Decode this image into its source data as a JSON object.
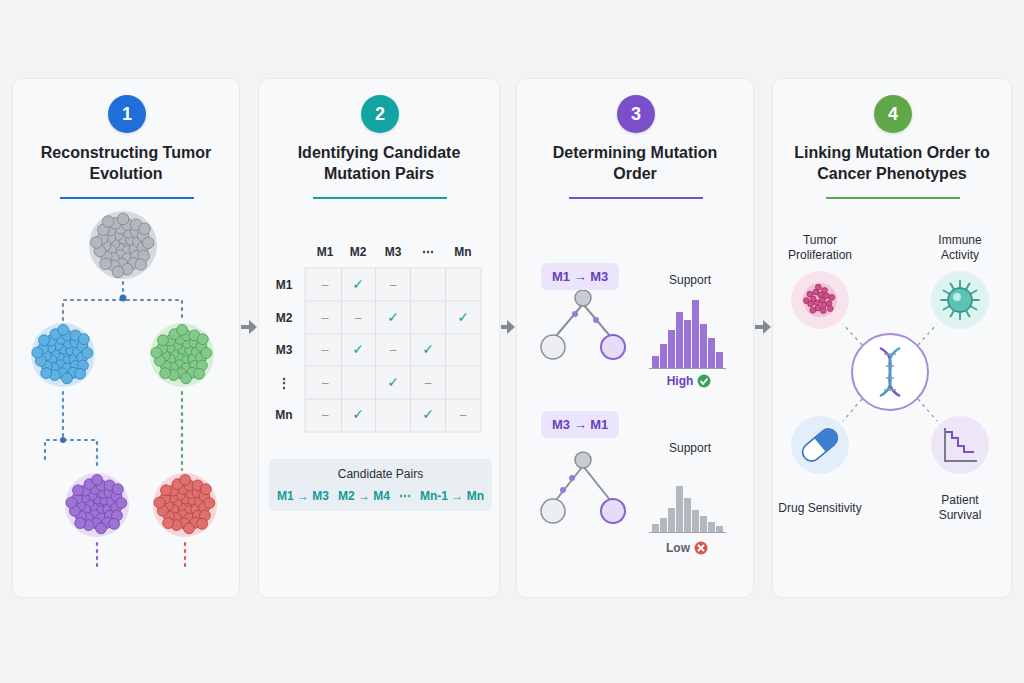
{
  "diagram": {
    "nodes": [
      {
        "text": [
          "Reconstructing Tumor Evolution"
        ]
      },
      {
        "text": [
          "1"
        ],
        "in": 0
      },
      {
        "text": [
          "Identifying Candidate Mutation Pairs"
        ]
      },
      {
        "text": [
          "2"
        ],
        "in": 2
      },
      {
        "text": [
          "Candidate Pairs",
          "M1 → M3",
          "M2 → M4",
          "⋯",
          "Mn-1 → Mn"
        ],
        "in": 2
      },
      {
        "text": [
          "Determining Mutation Order"
        ]
      },
      {
        "text": [
          "3"
        ],
        "in": 5
      },
      {
        "text": [
          "M1 → M3"
        ],
        "in": 5
      },
      {
        "text": [
          "M3 → M1"
        ],
        "in": 5
      },
      {
        "text": [
          "Linking Mutation Order to Cancer Phenotypes"
        ]
      },
      {
        "text": [
          "4"
        ],
        "in": 9
      }
    ],
    "edges": [
      {
        "from": 0,
        "to": 2,
        "arrow": "to"
      },
      {
        "from": 2,
        "to": 5,
        "arrow": "to"
      },
      {
        "from": 5,
        "to": 9,
        "arrow": "to"
      }
    ],
    "labels": [
      "M1",
      "M2",
      "M3",
      "⋯",
      "Mn",
      "M1",
      "M2",
      "M3",
      "⋮",
      "Mn",
      "–",
      "✓",
      "–",
      "–",
      "–",
      "✓",
      "✓",
      "–",
      "✓",
      "–",
      "✓",
      "–",
      "✓",
      "–",
      "–",
      "✓",
      "✓",
      "–",
      "Support",
      "High",
      "Support",
      "Low",
      "Tumor Proliferation",
      "Immune Activity",
      "Drug Sensitivity",
      "Patient Survival"
    ]
  }
}
